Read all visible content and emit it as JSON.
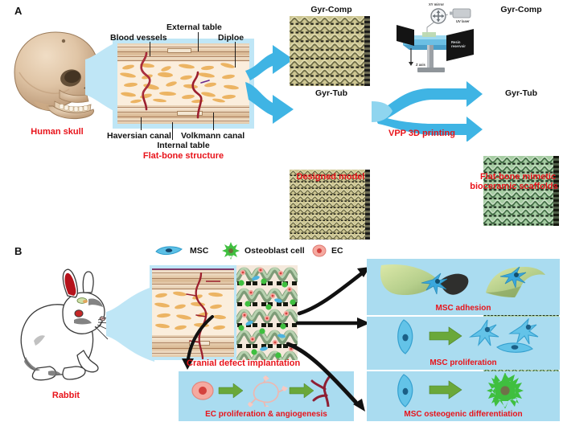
{
  "figure": {
    "panel_a_letter": "A",
    "panel_b_letter": "B"
  },
  "colors": {
    "red_caption": "#e8131a",
    "label_black": "#111111",
    "blue_panel_bg": "#aadcf0",
    "blue_arrow": "#3fb4e4",
    "bone_tan": "#e7cfb2",
    "diploe_orange": "#e9a94e",
    "vessel_red": "#9c1f2e",
    "model_khaki": "#cdc692",
    "scaffold_green": "#9ec79c",
    "msc_blue": "#4db3e0",
    "osteoblast_green": "#3fbf3f",
    "ec_pink": "#f29a93",
    "green_arrow": "#6aa83a"
  },
  "panel_a": {
    "skull": {
      "caption": "Human skull",
      "icon": "skull-icon"
    },
    "bone_structure": {
      "caption": "Flat-bone structure",
      "labels_top": [
        {
          "id": "blood-vessels",
          "text": "Blood vessels"
        },
        {
          "id": "external-table",
          "text": "External table"
        },
        {
          "id": "diploe",
          "text": "Diploe"
        }
      ],
      "labels_bottom": [
        {
          "id": "haversian-canal",
          "text": "Haversian canal"
        },
        {
          "id": "volkmann-canal",
          "text": "Volkmann canal"
        },
        {
          "id": "internal-table",
          "text": "Internal table"
        }
      ]
    },
    "designed_model": {
      "caption": "Designed model",
      "blocks": [
        {
          "id": "gyr-comp-model",
          "title": "Gyr-Comp"
        },
        {
          "id": "gyr-tub-model",
          "title": "Gyr-Tub"
        }
      ]
    },
    "printer": {
      "process_label": "VPP 3D printing",
      "parts": [
        {
          "id": "xy-mirror",
          "text": "XY mirror"
        },
        {
          "id": "uv-laser",
          "text": "UV laser"
        },
        {
          "id": "resin-reservoir",
          "text": "Resin reservoir"
        },
        {
          "id": "z-axis",
          "text": "Z axis"
        }
      ]
    },
    "scaffolds": {
      "caption_line1": "Flat-bone mimetic",
      "caption_line2": "bioceramic scaffolds",
      "blocks": [
        {
          "id": "gyr-comp-scaffold",
          "title": "Gyr-Comp"
        },
        {
          "id": "gyr-tub-scaffold",
          "title": "Gyr-Tub"
        }
      ]
    }
  },
  "panel_b": {
    "animal": {
      "caption": "Rabbit",
      "icon": "rabbit-icon"
    },
    "legend": [
      {
        "id": "msc",
        "label": "MSC",
        "icon": "msc-cell-icon"
      },
      {
        "id": "osteoblast",
        "label": "Osteoblast cell",
        "icon": "osteoblast-cell-icon"
      },
      {
        "id": "ec",
        "label": "EC",
        "icon": "ec-cell-icon"
      }
    ],
    "implantation_caption": "Cranial defect implantation",
    "outcomes": [
      {
        "id": "msc-adhesion",
        "caption": "MSC adhesion"
      },
      {
        "id": "msc-proliferation",
        "caption": "MSC proliferation"
      },
      {
        "id": "msc-osteogenic-differentiation",
        "caption": "MSC osteogenic differentiation"
      }
    ],
    "angiogenesis": {
      "id": "ec-proliferation",
      "caption": "EC proliferation & angiogenesis"
    }
  }
}
